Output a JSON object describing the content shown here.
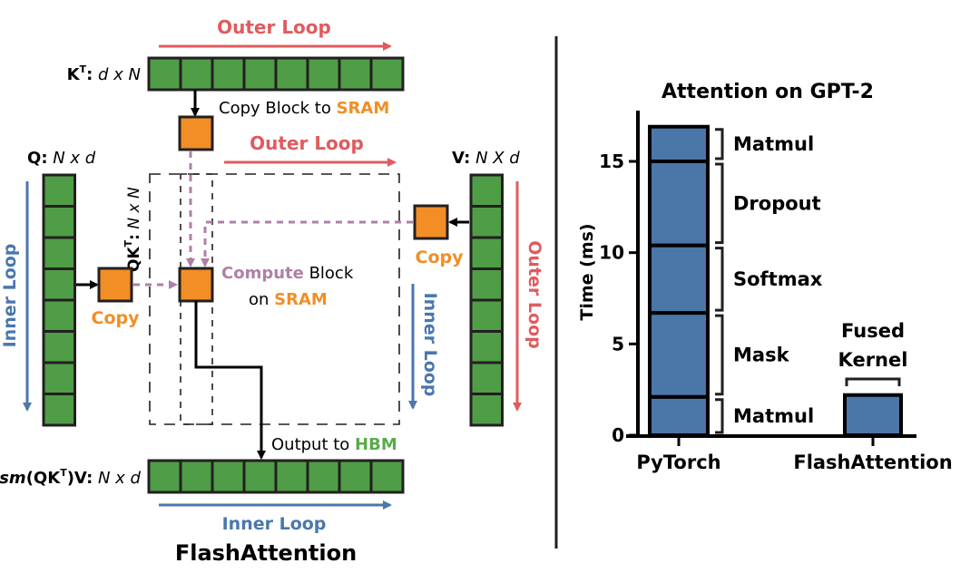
{
  "colors": {
    "green": "#4f9d46",
    "orange": "#f28e25",
    "blue_bar": "#4b76a8",
    "red": "#e05b5e",
    "blue": "#4a77ad",
    "purple": "#b07fa8",
    "hbm_green": "#5aab4b",
    "ink": "#231f20"
  },
  "diagram": {
    "title": "FlashAttention",
    "kt_label": {
      "name": "K",
      "sup": "T",
      "colon": ":",
      "dims": "d x N"
    },
    "q_label": {
      "name": "Q",
      "colon": ":",
      "dims": "N x d"
    },
    "v_label": {
      "name": "V",
      "colon": ":",
      "dims": "N X d"
    },
    "qkt_label": {
      "name": "QK",
      "sup": "T",
      "colon": ":",
      "dims": "N x N"
    },
    "out_label": {
      "prefix": "sm",
      "open": "(QK",
      "sup": "T",
      "close": ")V",
      "colon": ":",
      "dims": "N x d"
    },
    "outer_loop_top": "Outer Loop",
    "outer_loop_mid": "Outer Loop",
    "outer_loop_right": "Outer Loop",
    "inner_loop_left": "Inner Loop",
    "inner_loop_right": "Inner Loop",
    "inner_loop_bottom": "Inner Loop",
    "copy_block_text": "Copy Block to ",
    "copy_block_sram": "SRAM",
    "copy_q": "Copy",
    "copy_v": "Copy",
    "compute_word": "Compute",
    "compute_block": " Block",
    "compute_on": "on ",
    "compute_sram": "SRAM",
    "output_text": "Output to ",
    "output_hbm": "HBM",
    "kt_blocks": 8,
    "q_blocks": 8,
    "v_blocks": 8,
    "out_blocks": 8
  },
  "chart_data": {
    "type": "bar",
    "stacked": true,
    "title": "Attention on GPT-2",
    "xlabel": "",
    "ylabel": "Time (ms)",
    "ylim": [
      0,
      17
    ],
    "yticks": [
      0,
      5,
      10,
      15
    ],
    "grid": false,
    "categories": [
      "PyTorch",
      "FlashAttention"
    ],
    "series": [
      {
        "name": "Matmul",
        "category": "PyTorch",
        "start": 0,
        "end": 2.1
      },
      {
        "name": "Mask",
        "category": "PyTorch",
        "start": 2.1,
        "end": 6.7
      },
      {
        "name": "Softmax",
        "category": "PyTorch",
        "start": 6.7,
        "end": 10.4
      },
      {
        "name": "Dropout",
        "category": "PyTorch",
        "start": 10.4,
        "end": 15.0
      },
      {
        "name": "Matmul",
        "category": "PyTorch",
        "start": 15.0,
        "end": 16.9
      },
      {
        "name": "Fused Kernel",
        "category": "FlashAttention",
        "start": 0,
        "end": 2.2
      }
    ],
    "annotations": [
      {
        "text": "Matmul",
        "segment": 0
      },
      {
        "text": "Mask",
        "segment": 1
      },
      {
        "text": "Softmax",
        "segment": 2
      },
      {
        "text": "Dropout",
        "segment": 3
      },
      {
        "text": "Matmul",
        "segment": 4
      },
      {
        "text": "Fused",
        "segment": 5,
        "line": 1
      },
      {
        "text": "Kernel",
        "segment": 5,
        "line": 2
      }
    ]
  }
}
